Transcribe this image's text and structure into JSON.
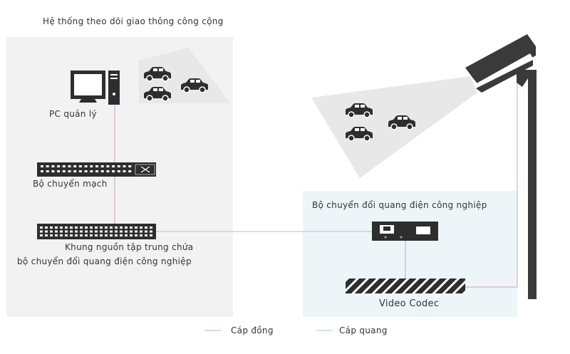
{
  "title": "Hệ thống theo dõi giao thông công cộng",
  "nodes": {
    "pc": "PC quản lý",
    "switch": "Bộ chuyển mạch",
    "chassis_line1": "Khung nguồn tập trung chứa",
    "chassis_line2": "bộ chuyển đổi quang điện công nghiệp",
    "converter": "Bộ chuyển đổi quang điện công nghiệp",
    "codec": "Video Codec"
  },
  "legend": {
    "copper": "Cáp đồng",
    "fiber": "Cáp quang"
  },
  "colors": {
    "copper": "#c8a2c8",
    "fiber": "#9ec9d6",
    "device": "#2e2e2e",
    "cone": "#e8e8e8"
  },
  "icons": [
    "computer-icon",
    "car-icon",
    "network-switch-icon",
    "cctv-camera-icon",
    "media-converter-icon",
    "video-codec-icon"
  ]
}
